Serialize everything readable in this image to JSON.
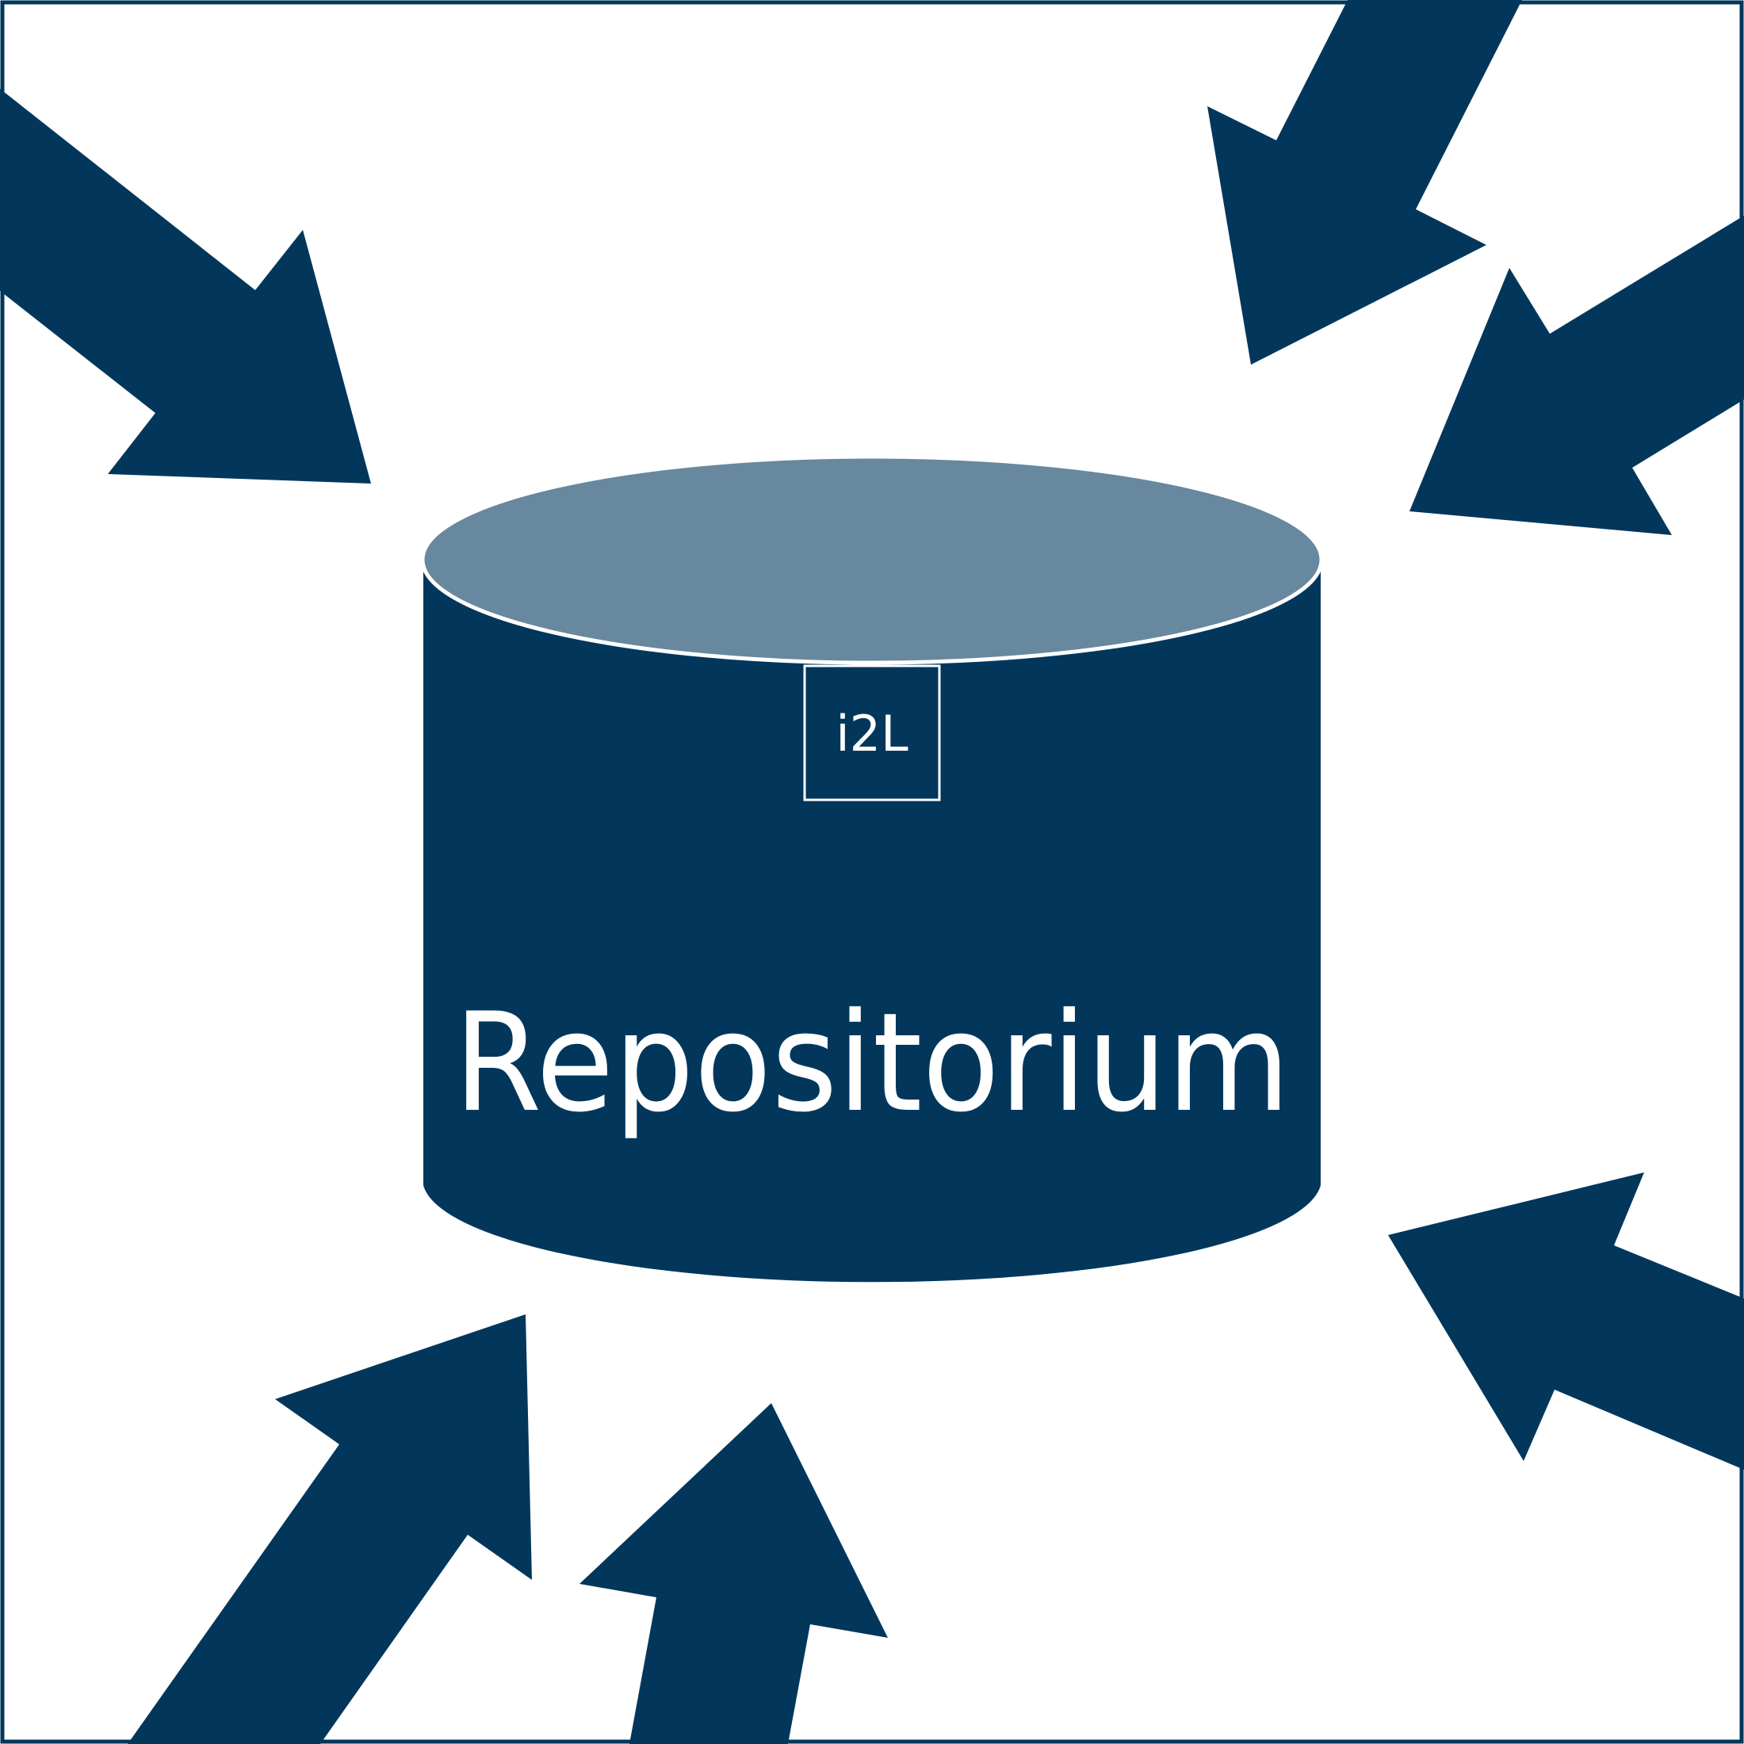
{
  "diagram": {
    "colors": {
      "primary": "#02375b",
      "top": "#67889e",
      "outline": "#ffffff",
      "background": "#ffffff"
    },
    "repository": {
      "label": "Repositorium",
      "badge": "i2L",
      "icon": "database-cylinder-icon"
    },
    "arrows": [
      {
        "id": "arrow-from-top-left",
        "icon": "arrow-icon",
        "direction": "down-right"
      },
      {
        "id": "arrow-from-top-right-upper",
        "icon": "arrow-icon",
        "direction": "down-left"
      },
      {
        "id": "arrow-from-top-right-lower",
        "icon": "arrow-icon",
        "direction": "down-left"
      },
      {
        "id": "arrow-from-right",
        "icon": "arrow-icon",
        "direction": "up-left"
      },
      {
        "id": "arrow-from-bottom-center",
        "icon": "arrow-icon",
        "direction": "up"
      },
      {
        "id": "arrow-from-bottom-left",
        "icon": "arrow-icon",
        "direction": "up-right"
      }
    ]
  }
}
